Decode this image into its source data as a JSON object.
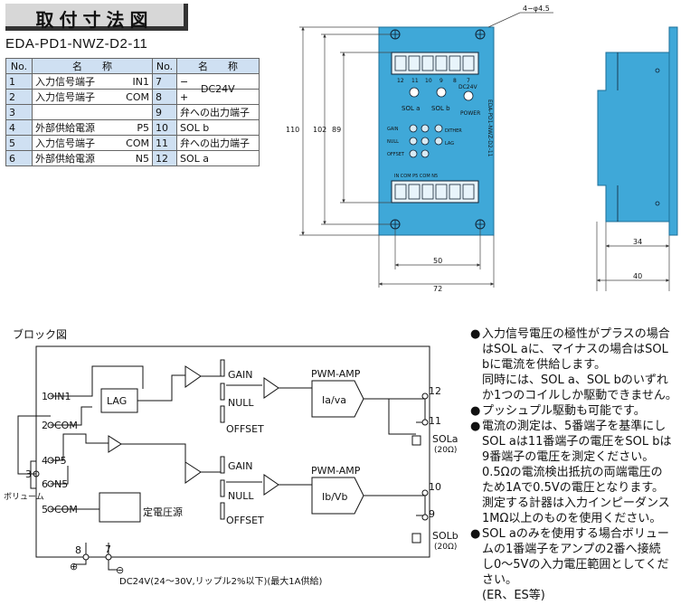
{
  "header": {
    "title": "取付寸法図",
    "model": "EDA-PD1-NWZ-D2-11"
  },
  "table": {
    "col_no": "No.",
    "col_name": "名　　称",
    "rows": [
      {
        "no": "1",
        "name": "入力信号端子",
        "sig": "IN1",
        "no2": "7",
        "name2": "−"
      },
      {
        "no": "2",
        "name": "入力信号端子",
        "sig": "COM",
        "no2": "8",
        "name2": "+"
      },
      {
        "no": "3",
        "name": "",
        "sig": "",
        "no2": "9",
        "name2": "弁への出力端子"
      },
      {
        "no": "4",
        "name": "外部供給電源",
        "sig": "P5",
        "no2": "10",
        "name2": "SOL b"
      },
      {
        "no": "5",
        "name": "入力信号端子",
        "sig": "COM",
        "no2": "11",
        "name2": "弁への出力端子"
      },
      {
        "no": "6",
        "name": "外部供給電源",
        "sig": "N5",
        "no2": "12",
        "name2": "SOL a"
      }
    ],
    "dc24v": "DC24V"
  },
  "drawing": {
    "hole": "4−φ4.5",
    "dim_110": "110",
    "dim_102": "102",
    "dim_89": "89",
    "dim_50": "50",
    "dim_72": "72",
    "dim_34": "34",
    "dim_40": "40",
    "term_top": [
      "12",
      "11",
      "10",
      "9",
      "8",
      "7"
    ],
    "sol_a": "SOL a",
    "sol_b": "SOL b",
    "dc24v": "DC24V",
    "power": "POWER",
    "gain": "GAIN",
    "null": "NULL",
    "offset": "OFFSET",
    "dither": "DITHER",
    "lag": "LAG",
    "bottom_labels": "IN   COM    P5   COM  N5",
    "side_text": "EDA-PD1-NWZ-D2-11"
  },
  "block": {
    "title": "ブロック図",
    "terms_left": [
      {
        "n": "1",
        "label": "IN1"
      },
      {
        "n": "2",
        "label": "COM"
      },
      {
        "n": "4",
        "label": "P5"
      },
      {
        "n": "3",
        "label": ""
      },
      {
        "n": "6",
        "label": "N5"
      },
      {
        "n": "5",
        "label": "COM"
      }
    ],
    "volume": "ボリューム",
    "lag": "LAG",
    "gain": "GAIN",
    "null": "NULL",
    "offset": "OFFSET",
    "pwm": "PWM-AMP",
    "ia": "Ia/va",
    "ib": "Ib/Vb",
    "regulator": "定電圧源",
    "t12": "12",
    "t11": "11",
    "t10": "10",
    "t9": "9",
    "t8": "8",
    "t7": "7",
    "sola": "SOLa",
    "solb": "SOLb",
    "ohm": "(20Ω)",
    "plus": "⊕",
    "minus": "⊖",
    "supply": "DC24V(24〜30V,リップル2%以下)(最大1A供給)"
  },
  "notes": [
    {
      "bullet": "●",
      "lines": [
        "入力信号電圧の極性がプラスの場合",
        "はSOL aに、マイナスの場合はSOL",
        "bに電流を供給します。",
        "同時には、SOL a、SOL bのいずれ",
        "か1つのコイルしか駆動できません。"
      ]
    },
    {
      "bullet": "●",
      "lines": [
        "プッシュプル駆動も可能です。"
      ]
    },
    {
      "bullet": "●",
      "lines": [
        "電流の測定は、5番端子を基準にし",
        "SOL aは11番端子の電圧をSOL bは",
        "9番端子の電圧を測定ください。",
        "0.5Ωの電流検出抵抗の両端電圧の",
        "ため1Aで0.5Vの電圧となります。",
        "測定する計器は入力インピーダンス",
        "1MΩ以上のものを使用ください。"
      ]
    },
    {
      "bullet": "●",
      "lines": [
        "SOL aのみを使用する場合ボリュー",
        "ムの1番端子をアンプの2番へ接続",
        "し0〜5Vの入力電圧範囲としてくだ",
        "さい。",
        "(ER、ES等)"
      ]
    }
  ]
}
